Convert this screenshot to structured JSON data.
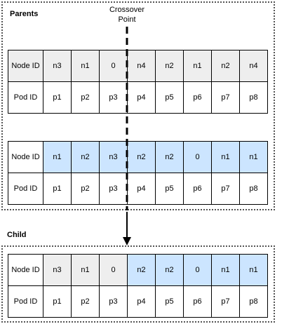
{
  "labels": {
    "parents": "Parents",
    "child": "Child",
    "crossover_line1": "Crossover",
    "crossover_line2": "Point"
  },
  "colors": {
    "gray_fill": "#eeeeee",
    "blue_fill": "#cce5ff",
    "white_fill": "#ffffff"
  },
  "tables": [
    {
      "name": "parent-1",
      "rows": [
        {
          "header": "Node ID",
          "cells": [
            "n3",
            "n1",
            "0",
            "n4",
            "n2",
            "n1",
            "n2",
            "n4"
          ],
          "fills": [
            "gray",
            "gray",
            "gray",
            "gray",
            "gray",
            "gray",
            "gray",
            "gray",
            "gray"
          ]
        },
        {
          "header": "Pod ID",
          "cells": [
            "p1",
            "p2",
            "p3",
            "p4",
            "p5",
            "p6",
            "p7",
            "p8"
          ],
          "fills": [
            "white",
            "white",
            "white",
            "white",
            "white",
            "white",
            "white",
            "white",
            "white"
          ]
        }
      ]
    },
    {
      "name": "parent-2",
      "rows": [
        {
          "header": "Node ID",
          "cells": [
            "n1",
            "n2",
            "n3",
            "n2",
            "n2",
            "0",
            "n1",
            "n1"
          ],
          "fills": [
            "white",
            "blue",
            "blue",
            "blue",
            "blue",
            "blue",
            "blue",
            "blue",
            "blue"
          ]
        },
        {
          "header": "Pod ID",
          "cells": [
            "p1",
            "p2",
            "p3",
            "p4",
            "p5",
            "p6",
            "p7",
            "p8"
          ],
          "fills": [
            "white",
            "white",
            "white",
            "white",
            "white",
            "white",
            "white",
            "white",
            "white"
          ]
        }
      ]
    },
    {
      "name": "child",
      "rows": [
        {
          "header": "Node ID",
          "cells": [
            "n3",
            "n1",
            "0",
            "n2",
            "n2",
            "0",
            "n1",
            "n1"
          ],
          "fills": [
            "white",
            "gray",
            "gray",
            "gray",
            "blue",
            "blue",
            "blue",
            "blue",
            "blue"
          ]
        },
        {
          "header": "Pod ID",
          "cells": [
            "p1",
            "p2",
            "p3",
            "p4",
            "p5",
            "p6",
            "p7",
            "p8"
          ],
          "fills": [
            "white",
            "white",
            "white",
            "white",
            "white",
            "white",
            "white",
            "white",
            "white"
          ]
        }
      ]
    }
  ]
}
